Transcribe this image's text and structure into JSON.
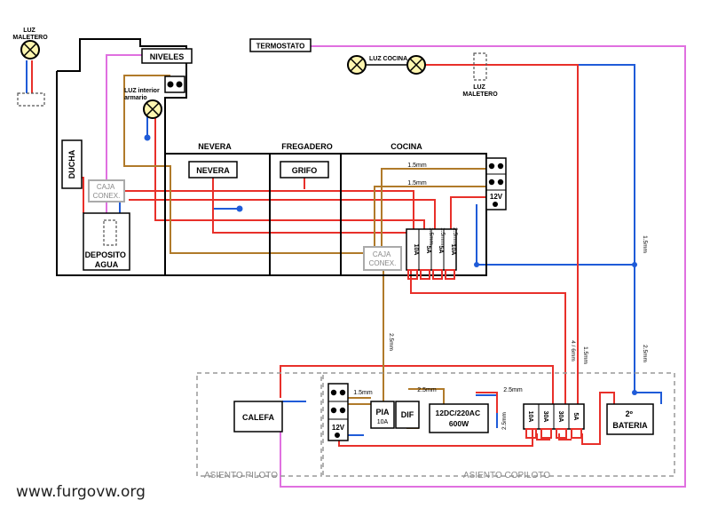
{
  "labels": {
    "luz_maletero_left": [
      "LUZ",
      "MALETERO"
    ],
    "niveles": "NIVELES",
    "termostato": "TERMOSTATO",
    "luz_cocina": "LUZ COCINA",
    "luz_maletero_right": [
      "LUZ",
      "MALETERO"
    ],
    "luz_interior": [
      "LUZ interior",
      "armario"
    ],
    "ducha": "DUCHA",
    "caja_conex_left": [
      "CAJA",
      "CONEX."
    ],
    "deposito": [
      "DEPOSITO",
      "AGUA"
    ],
    "nevera_header": "NEVERA",
    "nevera_box": "NEVERA",
    "fregadero_header": "FREGADERO",
    "grifo": "GRIFO",
    "cocina_header": "COCINA",
    "caja_conex_right": [
      "CAJA",
      "CONEX."
    ],
    "v12_top": "12V",
    "v12_bottom": "12V",
    "pia": "PIA",
    "pia_rating": "10A",
    "dif": "DIF",
    "inverter": [
      "12DC/220AC",
      "600W"
    ],
    "bateria": [
      "2º",
      "BATERIA"
    ],
    "calefa": "CALEFA",
    "asiento_piloto": "ASIENTO PILOTO",
    "asiento_copiloto": "ASIENTO COPILOTO",
    "watermark": "www.furgovw.org"
  },
  "fuses_top": [
    "10A",
    "5A",
    "5A",
    "10A"
  ],
  "fuses_bottom": [
    "10A",
    "30A",
    "30A",
    "5A"
  ],
  "wire_labels": {
    "w1": "1.5mm",
    "w2": "1.5mm",
    "w3": "1.5mm",
    "w4": "1.5mm",
    "w5": "2.5mm",
    "w6": "1.5mm",
    "w7": "2.5mm",
    "w8": "4 / 6mm",
    "w9": "1.5mm",
    "w10": "2.5mm",
    "w11": "1.5mm",
    "w12": "2.5mm",
    "w13": "2.5mm",
    "w14": "2.5mm"
  },
  "colors": {
    "positive": "#e8302a",
    "negative": "#1f5bd8",
    "ac": "#b07a2a",
    "thermostat": "#e070e0",
    "outline": "#000000",
    "dashed": "#999999"
  }
}
